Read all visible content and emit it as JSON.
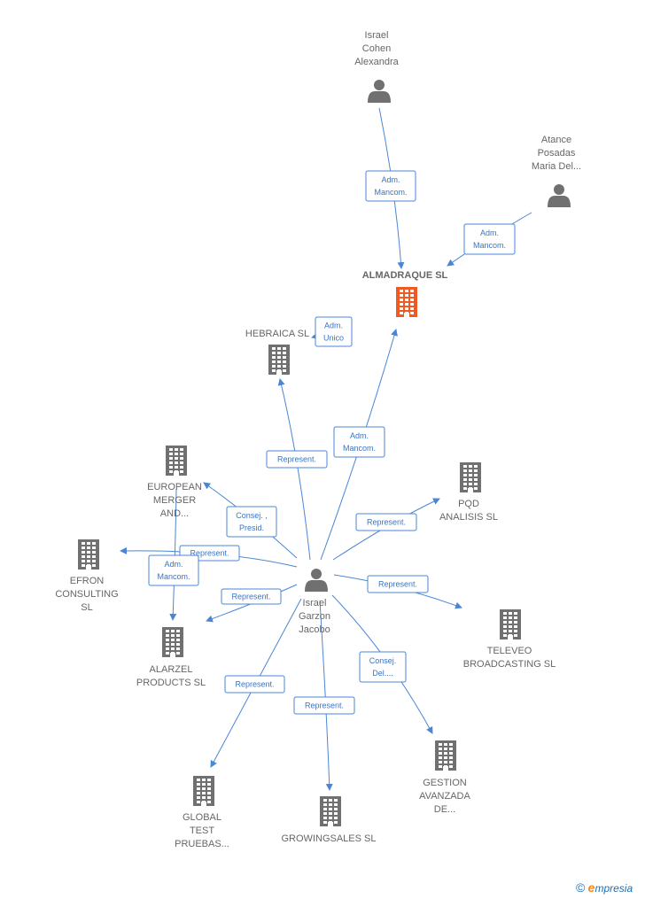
{
  "colors": {
    "edge": "#4a86d6",
    "node": "#707070",
    "highlight": "#f05a22",
    "text": "#666666"
  },
  "nodes": [
    {
      "id": "israel_cohen",
      "type": "person",
      "lines": [
        "Israel",
        "Cohen",
        "Alexandra"
      ]
    },
    {
      "id": "atance",
      "type": "person",
      "lines": [
        "Atance",
        "Posadas",
        "Maria Del..."
      ]
    },
    {
      "id": "almadraque",
      "type": "company",
      "highlight": true,
      "bold": true,
      "lines": [
        "ALMADRAQUE SL"
      ]
    },
    {
      "id": "hebraica",
      "type": "company",
      "lines": [
        "HEBRAICA SL"
      ]
    },
    {
      "id": "european",
      "type": "company",
      "lines": [
        "EUROPEAN",
        "MERGER",
        "AND..."
      ]
    },
    {
      "id": "efron",
      "type": "company",
      "lines": [
        "EFRON",
        "CONSULTING",
        "SL"
      ]
    },
    {
      "id": "alarzel",
      "type": "company",
      "lines": [
        "ALARZEL",
        "PRODUCTS SL"
      ]
    },
    {
      "id": "israel_garzon",
      "type": "person",
      "lines": [
        "Israel",
        "Garzon",
        "Jacobo"
      ]
    },
    {
      "id": "pqd",
      "type": "company",
      "lines": [
        "PQD",
        "ANALISIS SL"
      ]
    },
    {
      "id": "televeo",
      "type": "company",
      "lines": [
        "TELEVEO",
        "BROADCASTING SL"
      ]
    },
    {
      "id": "gestion",
      "type": "company",
      "lines": [
        "GESTION",
        "AVANZADA",
        "DE..."
      ]
    },
    {
      "id": "growingsales",
      "type": "company",
      "lines": [
        "GROWINGSALES SL"
      ]
    },
    {
      "id": "global",
      "type": "company",
      "lines": [
        "GLOBAL",
        "TEST",
        "PRUEBAS..."
      ]
    }
  ],
  "edges": [
    {
      "from": "israel_cohen",
      "to": "almadraque",
      "label": [
        "Adm.",
        "Mancom."
      ]
    },
    {
      "from": "atance",
      "to": "almadraque",
      "label": [
        "Adm.",
        "Mancom."
      ]
    },
    {
      "from": "almadraque",
      "to": "hebraica",
      "label": [
        "Adm.",
        "Unico"
      ]
    },
    {
      "from": "israel_garzon",
      "to": "almadraque",
      "label": [
        "Adm.",
        "Mancom."
      ]
    },
    {
      "from": "israel_garzon",
      "to": "hebraica",
      "label": [
        "Represent."
      ]
    },
    {
      "from": "israel_garzon",
      "to": "european",
      "label": [
        "Consej. ,",
        "Presid."
      ]
    },
    {
      "from": "israel_garzon",
      "to": "efron",
      "label": [
        "Represent."
      ]
    },
    {
      "from": "european",
      "to": "alarzel",
      "label": [
        "Adm.",
        "Mancom."
      ]
    },
    {
      "from": "israel_garzon",
      "to": "alarzel",
      "label": [
        "Represent."
      ]
    },
    {
      "from": "israel_garzon",
      "to": "pqd",
      "label": [
        "Represent."
      ]
    },
    {
      "from": "israel_garzon",
      "to": "televeo",
      "label": [
        "Represent."
      ]
    },
    {
      "from": "israel_garzon",
      "to": "gestion",
      "label": [
        "Consej.",
        "Del...."
      ]
    },
    {
      "from": "israel_garzon",
      "to": "growingsales",
      "label": [
        "Represent."
      ]
    },
    {
      "from": "israel_garzon",
      "to": "global",
      "label": [
        "Represent."
      ]
    }
  ],
  "brand": {
    "copyright": "©",
    "initial": "e",
    "rest": "mpresia"
  }
}
